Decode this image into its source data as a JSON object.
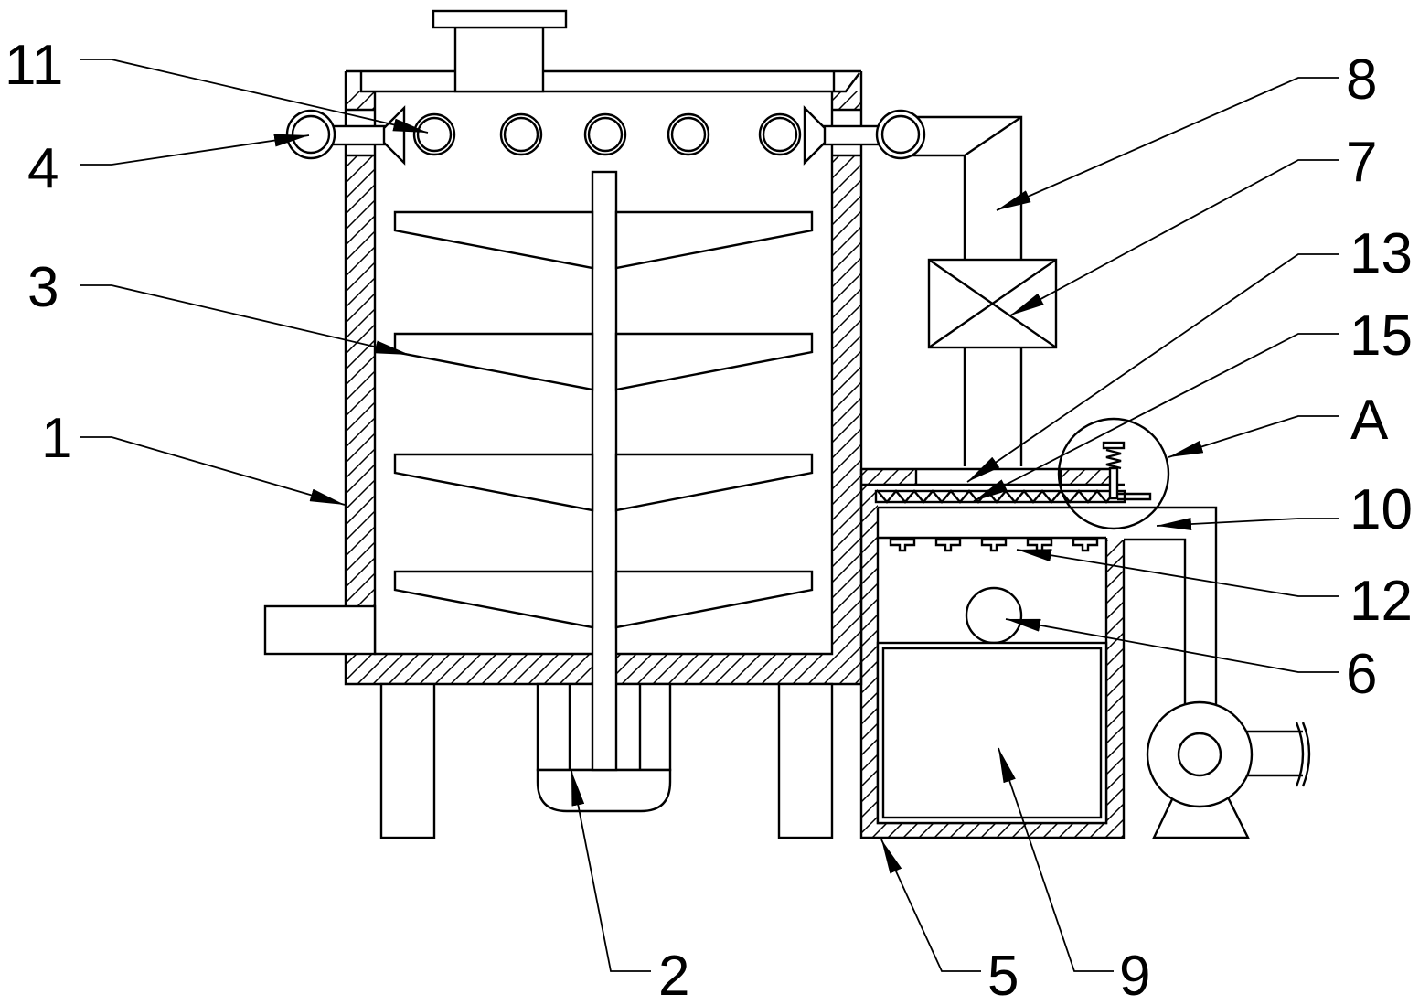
{
  "callouts": [
    "11",
    "4",
    "3",
    "1",
    "2",
    "5",
    "9",
    "8",
    "7",
    "13",
    "15",
    "A",
    "10",
    "12",
    "6"
  ]
}
